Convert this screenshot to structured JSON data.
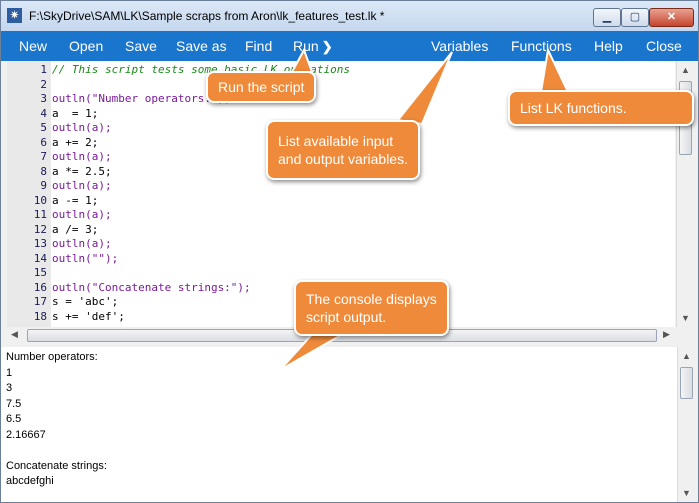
{
  "window": {
    "title": "F:\\SkyDrive\\SAM\\LK\\Sample scraps from Aron\\lk_features_test.lk *",
    "app_icon": "sparkle-icon",
    "min_glyph": "▁",
    "max_glyph": "▢",
    "close_glyph": "✕"
  },
  "menu": {
    "new": "New",
    "open": "Open",
    "save": "Save",
    "save_as": "Save as",
    "find": "Find",
    "run": "Run",
    "run_chevron": "❯",
    "variables": "Variables",
    "functions": "Functions",
    "help": "Help",
    "close": "Close"
  },
  "editor": {
    "lines": [
      {
        "n": "1",
        "text": "// This script tests some basic LK operations",
        "kind": "comment"
      },
      {
        "n": "2",
        "text": "",
        "kind": "plain"
      },
      {
        "n": "3",
        "text": "outln(\"Number operators:\");",
        "kind": "fn"
      },
      {
        "n": "4",
        "text": "a  = 1;",
        "kind": "plain"
      },
      {
        "n": "5",
        "text": "outln(a);",
        "kind": "fn"
      },
      {
        "n": "6",
        "text": "a += 2;",
        "kind": "plain"
      },
      {
        "n": "7",
        "text": "outln(a);",
        "kind": "fn"
      },
      {
        "n": "8",
        "text": "a *= 2.5;",
        "kind": "plain"
      },
      {
        "n": "9",
        "text": "outln(a);",
        "kind": "fn"
      },
      {
        "n": "10",
        "text": "a -= 1;",
        "kind": "plain"
      },
      {
        "n": "11",
        "text": "outln(a);",
        "kind": "fn"
      },
      {
        "n": "12",
        "text": "a /= 3;",
        "kind": "plain"
      },
      {
        "n": "13",
        "text": "outln(a);",
        "kind": "fn"
      },
      {
        "n": "14",
        "text": "outln(\"\");",
        "kind": "fn"
      },
      {
        "n": "15",
        "text": "",
        "kind": "plain"
      },
      {
        "n": "16",
        "text": "outln(\"Concatenate strings:\");",
        "kind": "fn"
      },
      {
        "n": "17",
        "text": "s = 'abc';",
        "kind": "plain"
      },
      {
        "n": "18",
        "text": "s += 'def';",
        "kind": "plain"
      }
    ]
  },
  "console": {
    "lines": [
      "Number operators:",
      "1",
      "3",
      "7.5",
      "6.5",
      "2.16667",
      "",
      "Concatenate strings:",
      "abcdefghi"
    ]
  },
  "callouts": {
    "run": "Run the script",
    "variables": "List available input\nand output variables.",
    "functions": "List LK functions.",
    "console": "The console displays\nscript output."
  },
  "colors": {
    "menubar": "#1a76cc",
    "callout": "#ef8a3a",
    "comment": "#1a8a1a",
    "function": "#7a1a9a"
  }
}
